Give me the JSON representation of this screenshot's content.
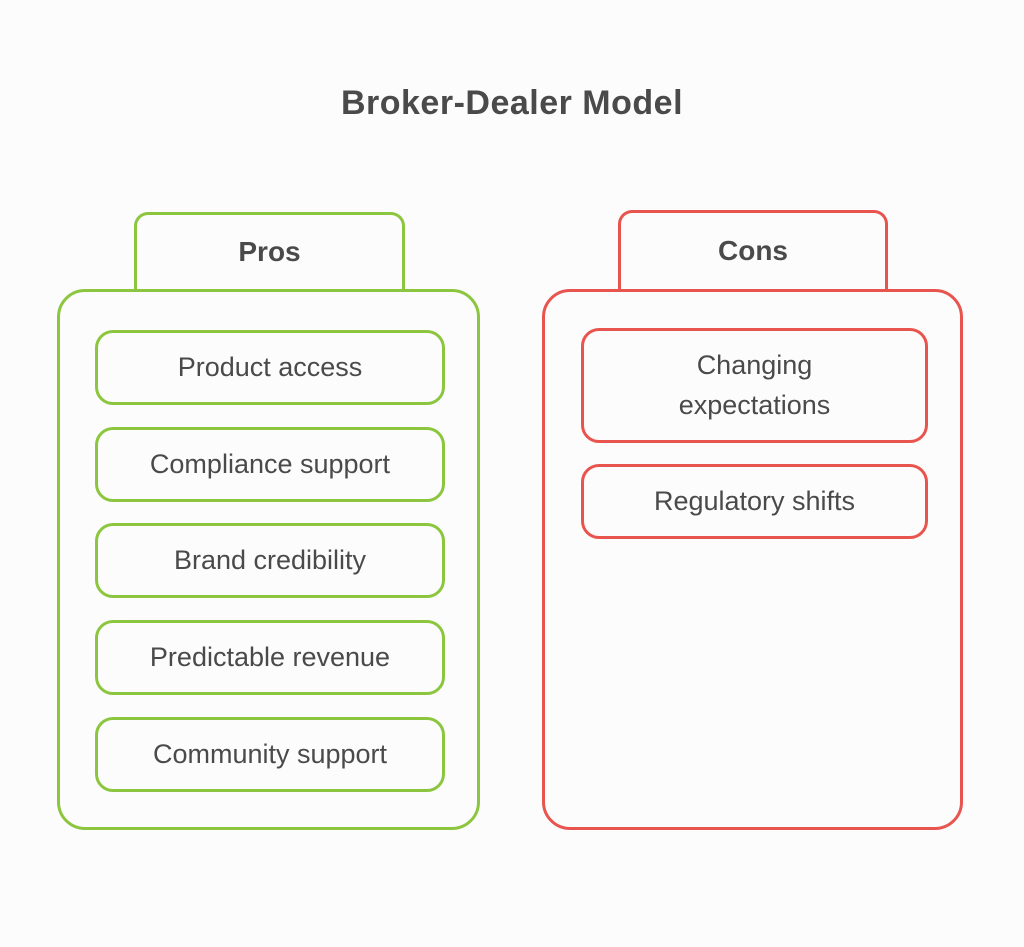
{
  "title": "Broker-Dealer Model",
  "colors": {
    "pros_accent": "#8CC63E",
    "cons_accent": "#E8544E",
    "text": "#4A4A4A",
    "background": "#FCFCFC"
  },
  "columns": [
    {
      "id": "pros",
      "label": "Pros",
      "items": [
        "Product access",
        "Compliance support",
        "Brand credibility",
        "Predictable revenue",
        "Community support"
      ]
    },
    {
      "id": "cons",
      "label": "Cons",
      "items": [
        "Changing\nexpectations",
        "Regulatory shifts"
      ]
    }
  ]
}
